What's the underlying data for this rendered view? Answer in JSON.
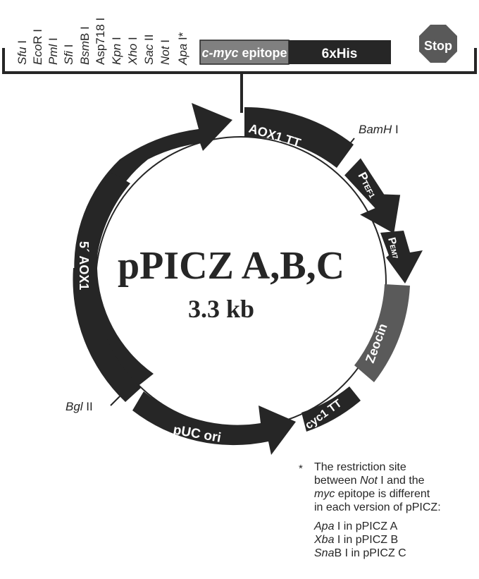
{
  "mcs": {
    "sites": [
      {
        "italic": "Sfu",
        "suffix": " I"
      },
      {
        "italic": "Eco",
        "suffix": "R I"
      },
      {
        "italic": "Pml",
        "suffix": " I"
      },
      {
        "italic": "Sfi",
        "suffix": " I"
      },
      {
        "italic": "Bsm",
        "suffix": "B I"
      },
      {
        "italic": "",
        "suffix": "Asp718 I"
      },
      {
        "italic": "Kpn",
        "suffix": " I"
      },
      {
        "italic": "Xho",
        "suffix": " I"
      },
      {
        "italic": "Sac",
        "suffix": " II"
      },
      {
        "italic": "Not",
        "suffix": " I"
      },
      {
        "italic": "Apa",
        "suffix": " I*"
      }
    ],
    "epitope": {
      "italic": "c-myc",
      "suffix": " epitope"
    },
    "his_tag": "6xHis",
    "stop": "Stop"
  },
  "plasmid": {
    "name": "pPICZ A,B,C",
    "size": "3.3 kb"
  },
  "features": {
    "aox1_5": "5´ AOX1",
    "aox1_tt": "AOX1 TT",
    "ptef1_main": "P",
    "ptef1_sub": "TEF1",
    "pem7_main": "P",
    "pem7_sub": "EM7",
    "zeocin": "Zeocin",
    "cyc1_tt": "cyc1 TT",
    "puc_ori": "pUC ori"
  },
  "sites": {
    "bamh1": {
      "italic": "BamH",
      "suffix": " I"
    },
    "bgl2": {
      "italic": "Bgl",
      "suffix": " II"
    }
  },
  "footnote": {
    "star": "*",
    "line1": "The restriction site",
    "line2_pre": "between ",
    "line2_italic": "Not",
    "line2_post": " I and the",
    "line3_italic": "myc",
    "line3_post": " epitope is different",
    "line4": "in each version of pPICZ:",
    "versions": [
      {
        "italic": "Apa",
        "suffix": " I in pPICZ A"
      },
      {
        "italic": "Xba",
        "suffix": " I in pPICZ B"
      },
      {
        "italic": "Sna",
        "suffix": "B I in pPICZ C"
      }
    ]
  },
  "colors": {
    "dark": "#262626",
    "zeocin": "#5a5a5a",
    "epitope": "#808080",
    "stop": "#595959",
    "background": "#ffffff"
  }
}
